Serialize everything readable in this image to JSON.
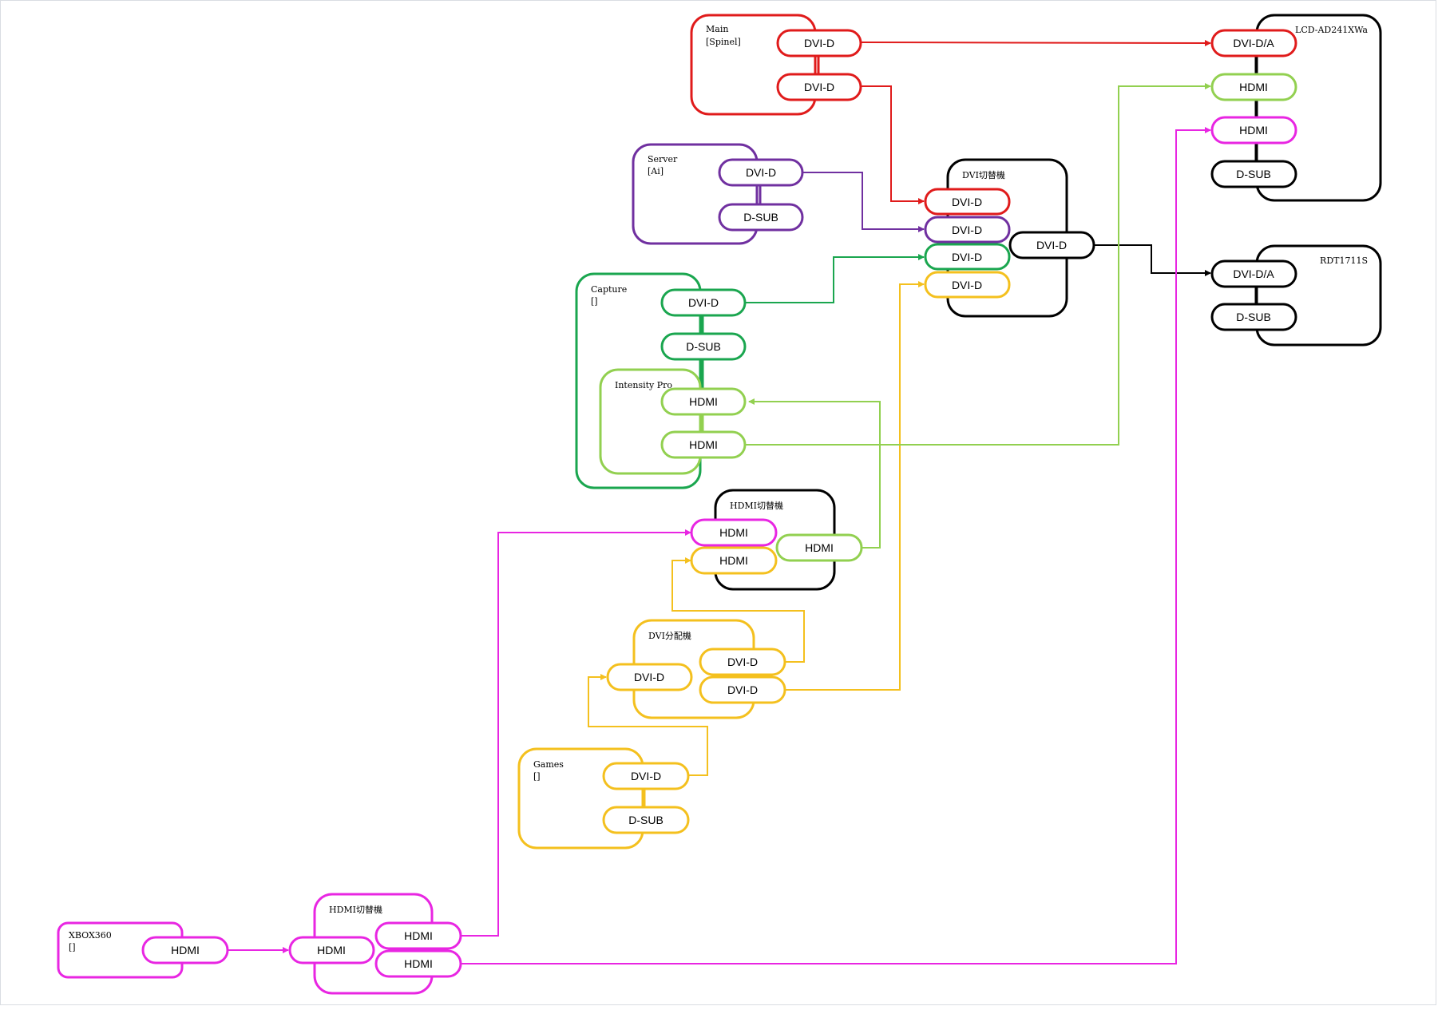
{
  "colors": {
    "main": "#e01b1b",
    "server": "#7030a0",
    "capture": "#1aa64f",
    "intensity": "#92d050",
    "black": "#000000",
    "games": "#f4c01e",
    "magenta": "#e826e2"
  },
  "groups": {
    "main": {
      "name": "Main",
      "sub": "[Spinel]"
    },
    "server": {
      "name": "Server",
      "sub": "[Ai]"
    },
    "capture": {
      "name": "Capture",
      "sub": "[]"
    },
    "intensity": {
      "name": "Intensity Pro"
    },
    "hdmi_switch_top": {
      "name": "HDMI切替機"
    },
    "dvi_switch": {
      "name": "DVI切替機"
    },
    "dvi_splitter": {
      "name": "DVI分配機"
    },
    "games": {
      "name": "Games",
      "sub": "[]"
    },
    "lcd": {
      "name": "LCD-AD241XWa"
    },
    "rdt": {
      "name": "RDT1711S"
    },
    "xbox": {
      "name": "XBOX360",
      "sub": "[]"
    },
    "hdmi_switch_bottom": {
      "name": "HDMI切替機"
    }
  },
  "ports": {
    "main_dvi_1": "DVI-D",
    "main_dvi_2": "DVI-D",
    "server_dvi": "DVI-D",
    "server_dsub": "D-SUB",
    "capture_dvi": "DVI-D",
    "capture_dsub": "D-SUB",
    "intensity_hdmi_1": "HDMI",
    "intensity_hdmi_2": "HDMI",
    "hsw_top_in_1": "HDMI",
    "hsw_top_in_2": "HDMI",
    "hsw_top_out": "HDMI",
    "dsw_in_1": "DVI-D",
    "dsw_in_2": "DVI-D",
    "dsw_in_3": "DVI-D",
    "dsw_in_4": "DVI-D",
    "dsw_out": "DVI-D",
    "split_in": "DVI-D",
    "split_out_1": "DVI-D",
    "split_out_2": "DVI-D",
    "games_dvi": "DVI-D",
    "games_dsub": "D-SUB",
    "lcd_dvi": "DVI-D/A",
    "lcd_hdmi_1": "HDMI",
    "lcd_hdmi_2": "HDMI",
    "lcd_dsub": "D-SUB",
    "rdt_dvi": "DVI-D/A",
    "rdt_dsub": "D-SUB",
    "xbox_hdmi": "HDMI",
    "hsw_bot_in": "HDMI",
    "hsw_bot_out_1": "HDMI",
    "hsw_bot_out_2": "HDMI"
  }
}
